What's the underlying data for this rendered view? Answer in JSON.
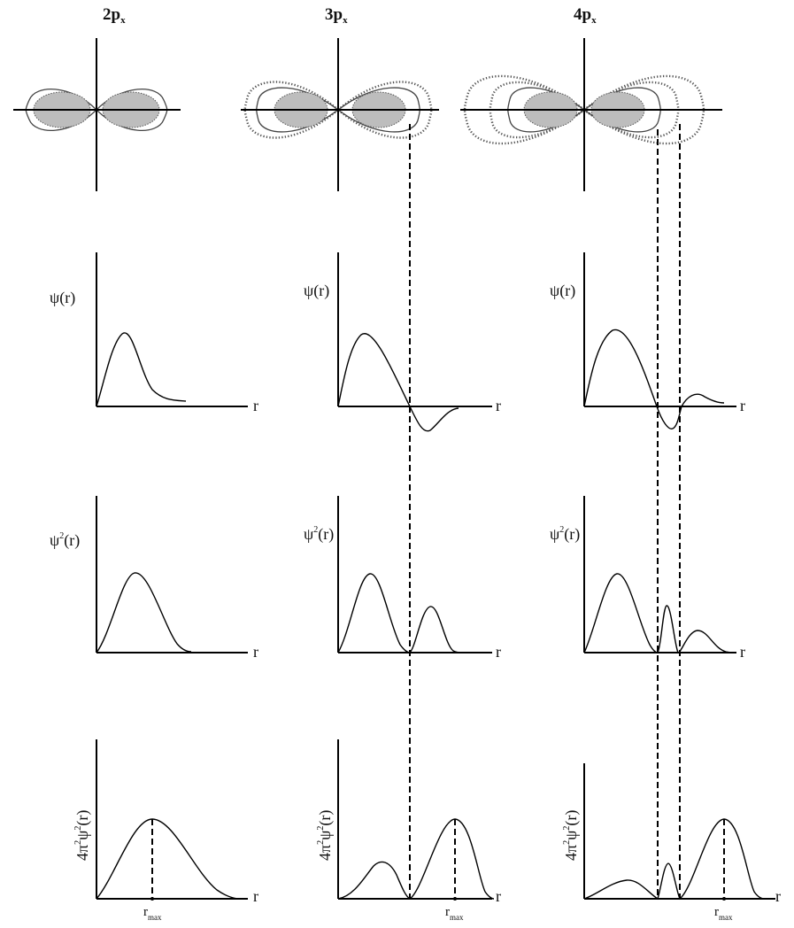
{
  "columns": [
    {
      "id": "2p",
      "title_main": "2p",
      "title_sub": "x"
    },
    {
      "id": "3p",
      "title_main": "3p",
      "title_sub": "x"
    },
    {
      "id": "4p",
      "title_main": "4p",
      "title_sub": "x"
    }
  ],
  "rows": {
    "psi": {
      "label": "ψ(r)"
    },
    "psi2": {
      "label_pre": "ψ",
      "label_sup": "2",
      "label_post": "(r)"
    },
    "rdf": {
      "label_a": "4π",
      "label_sup1": "2",
      "label_b": "ψ",
      "label_sup2": "2",
      "label_c": "(r)"
    }
  },
  "axis_label_r": "r",
  "rmax_label": {
    "main": "r",
    "sub": "max"
  }
}
